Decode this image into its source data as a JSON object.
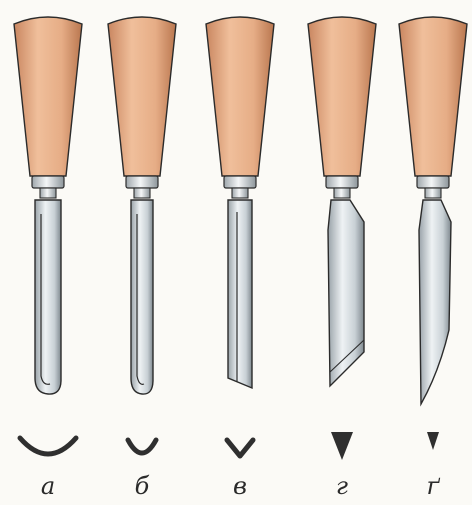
{
  "figure": {
    "tools": [
      {
        "label": "а",
        "blade": "gouge-wide",
        "profile": "wide-arc"
      },
      {
        "label": "б",
        "blade": "gouge-narrow",
        "profile": "narrow-arc"
      },
      {
        "label": "в",
        "blade": "v-tool",
        "profile": "v-shape"
      },
      {
        "label": "г",
        "blade": "skew-chisel",
        "profile": "large-triangle"
      },
      {
        "label": "ґ",
        "blade": "knife-chisel",
        "profile": "small-triangle"
      }
    ],
    "colors": {
      "handle": "#e6ad86",
      "handle_shade": "#c98660",
      "ferrule": "#d9dee2",
      "steel_light": "#e3e8ec",
      "steel_dark": "#8a949a",
      "outline": "#2b2b2b",
      "profile": "#2f2f2f"
    }
  }
}
